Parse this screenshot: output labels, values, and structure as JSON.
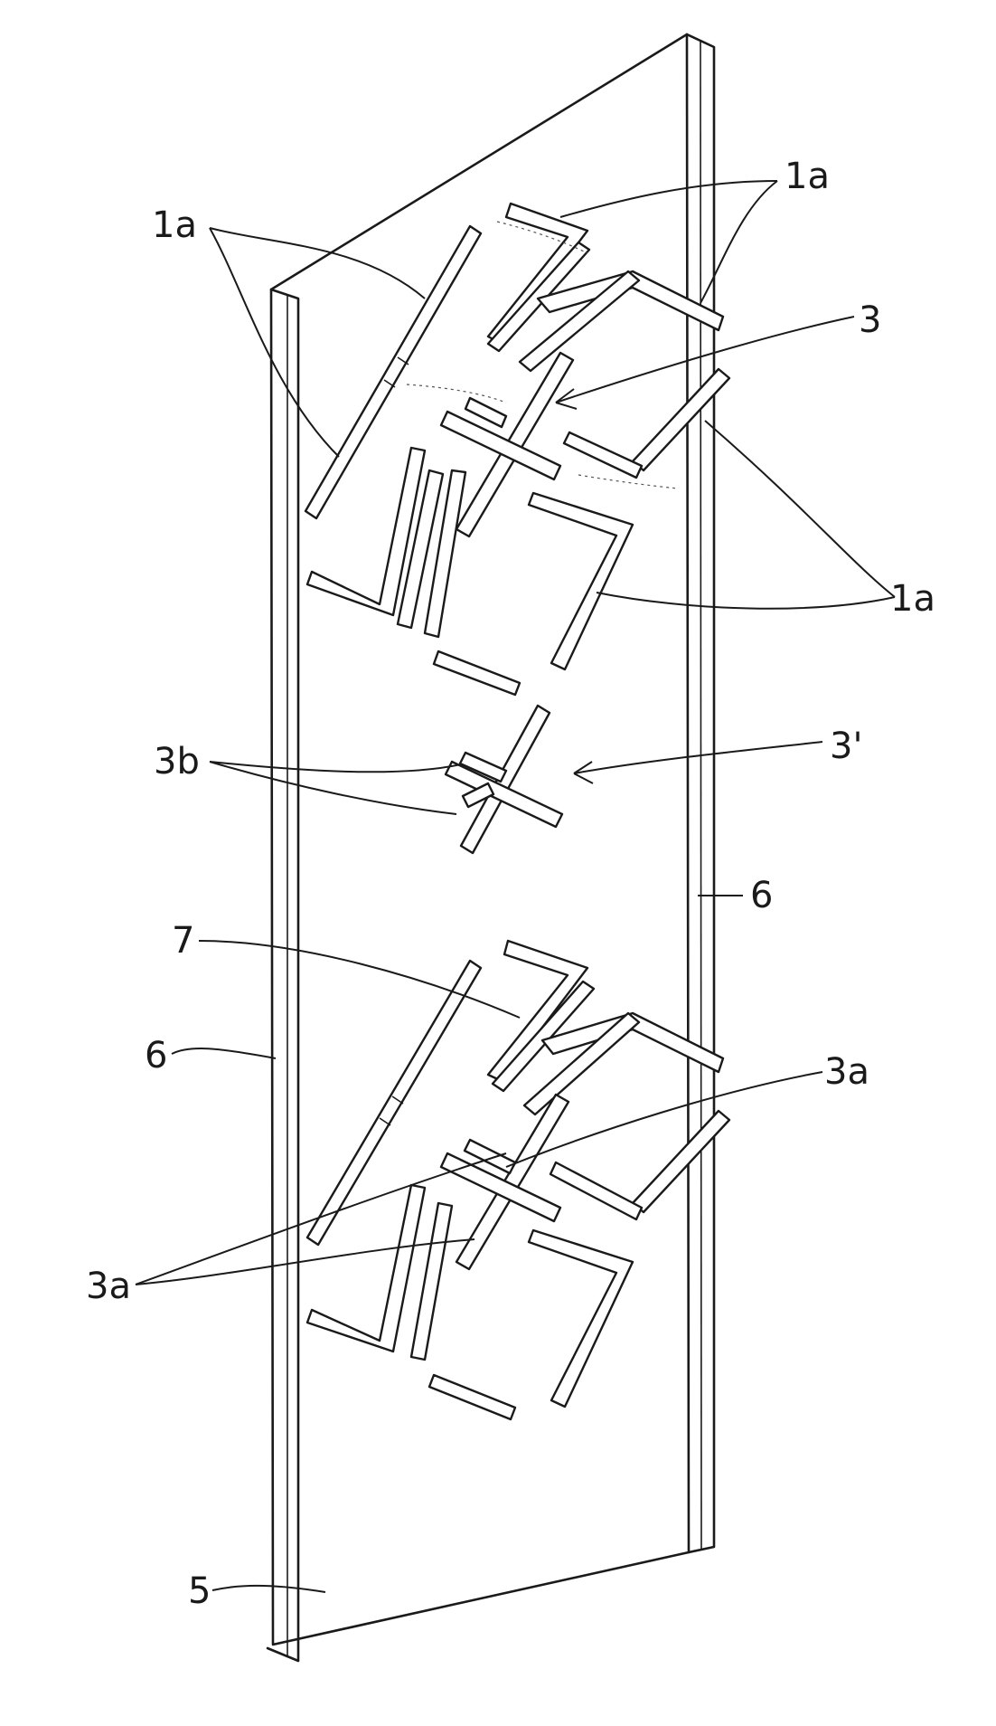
{
  "figure": {
    "labels": {
      "label_1a_top_left": "1a",
      "label_1a_top_right": "1a",
      "label_1a_right": "1a",
      "label_3": "3",
      "label_3_prime": "3'",
      "label_3b": "3b",
      "label_6_right": "6",
      "label_6_left": "6",
      "label_7": "7",
      "label_3a_right": "3a",
      "label_3a_left": "3a",
      "label_5": "5"
    }
  }
}
